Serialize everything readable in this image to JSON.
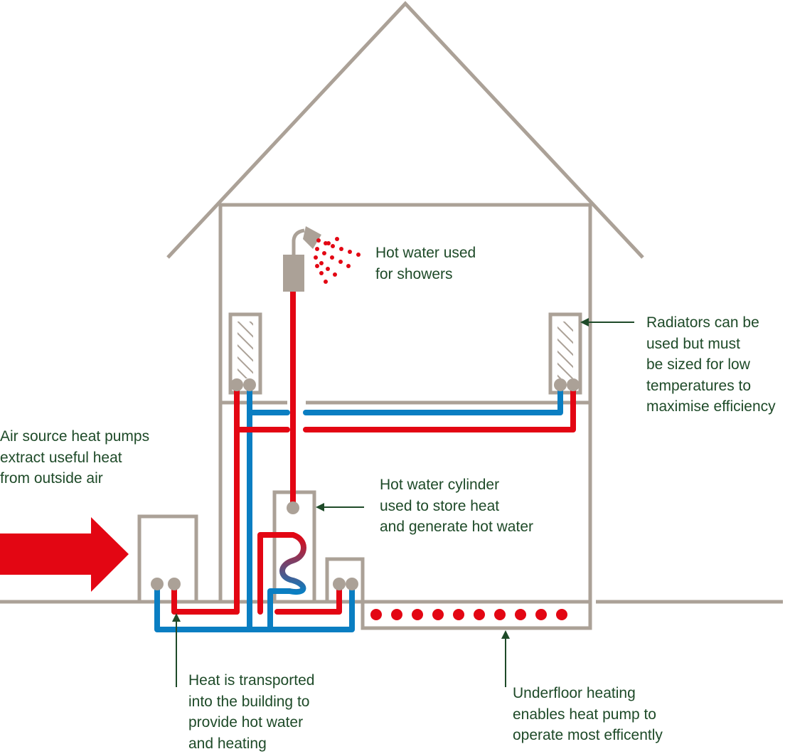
{
  "labels": {
    "shower": [
      "Hot water used",
      "for showers"
    ],
    "radiators": [
      "Radiators can be",
      "used but must",
      "be sized for low",
      "temperatures to",
      "maximise efficiency"
    ],
    "air_source": [
      "Air source heat pumps",
      "extract useful heat",
      "from outside air"
    ],
    "cylinder": [
      "Hot water cylinder",
      "used to store heat",
      "and generate hot water"
    ],
    "transport": [
      "Heat is transported",
      "into the building to",
      "provide hot water",
      "and heating"
    ],
    "underfloor": [
      "Underfloor heating",
      "enables heat pump to",
      "operate most efficently"
    ]
  },
  "colors": {
    "structure": "#aba197",
    "hot_pipe": "#e30613",
    "cold_pipe": "#0a7ec2",
    "text": "#1e4a28",
    "arrow": "#1e4a28"
  },
  "icons": [
    "shower-head-icon",
    "air-flow-arrow-icon",
    "radiator-icon",
    "underfloor-heating-icon"
  ]
}
